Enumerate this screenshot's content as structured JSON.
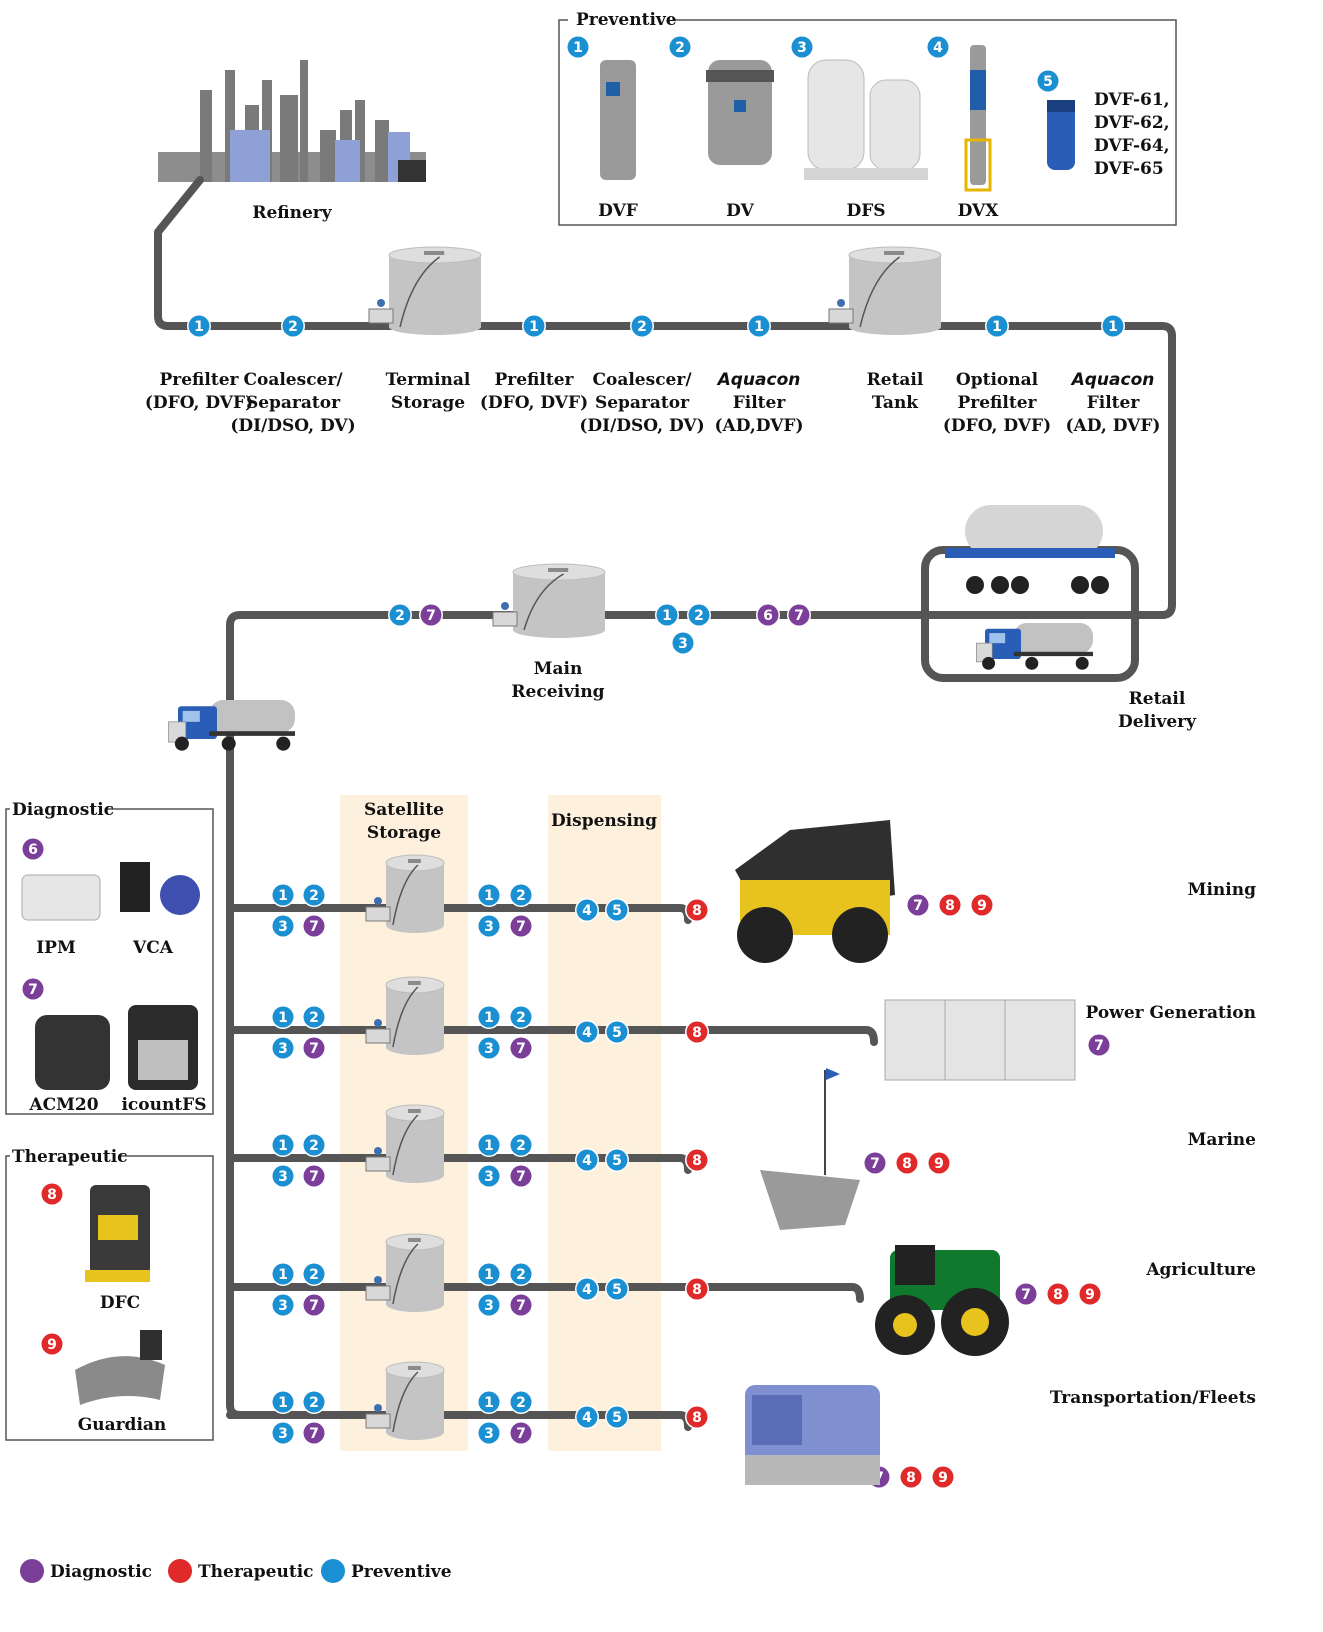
{
  "colors": {
    "preventive": "#1a8fd2",
    "diagnostic": "#7b3f99",
    "therapeutic": "#e02a2a",
    "pipe": "#555555",
    "zone_fill": "#fdf0dc"
  },
  "preventive_box": {
    "title": "Preventive",
    "products": [
      {
        "num": "1",
        "name": "DVF"
      },
      {
        "num": "2",
        "name": "DV"
      },
      {
        "num": "3",
        "name": "DFS"
      },
      {
        "num": "4",
        "name": "DVX"
      },
      {
        "num": "5",
        "name": "DVF-61,\nDVF-62,\nDVF-64,\nDVF-65"
      }
    ]
  },
  "refinery": {
    "label": "Refinery"
  },
  "top_line_stages": [
    {
      "badges": [
        "1"
      ],
      "label_html": "Prefilter\n(DFO, DVF)"
    },
    {
      "badges": [
        "2"
      ],
      "label_html": "Coalescer/\nSeparator\n(DI/DSO, DV)"
    },
    {
      "badges": [],
      "label_html": "Terminal\nStorage"
    },
    {
      "badges": [
        "1"
      ],
      "label_html": "Prefilter\n(DFO, DVF)"
    },
    {
      "badges": [
        "2"
      ],
      "label_html": "Coalescer/\nSeparator\n(DI/DSO, DV)"
    },
    {
      "badges": [
        "1"
      ],
      "label_brand": "Aquacon",
      "label_html": "Filter\n(AD,DVF)"
    },
    {
      "badges": [],
      "label_html": "Retail\nTank"
    },
    {
      "badges": [
        "1"
      ],
      "label_html": "Optional\nPrefilter\n(DFO, DVF)"
    },
    {
      "badges": [
        "1"
      ],
      "label_brand": "Aquacon",
      "label_html": "Filter\n(AD, DVF)"
    }
  ],
  "middle_line": {
    "main_receiving": "Main\nReceiving",
    "retail_delivery": "Retail\nDelivery"
  },
  "zones": {
    "satellite": "Satellite\nStorage",
    "dispensing": "Dispensing"
  },
  "end_uses": [
    {
      "name": "Mining",
      "badges": [
        "7",
        "8",
        "9"
      ]
    },
    {
      "name": "Power Generation",
      "badges": [
        "7"
      ]
    },
    {
      "name": "Marine",
      "badges": [
        "7",
        "8",
        "9"
      ]
    },
    {
      "name": "Agriculture",
      "badges": [
        "7",
        "8",
        "9"
      ]
    },
    {
      "name": "Transportation/Fleets",
      "badges": [
        "7",
        "8",
        "9"
      ]
    }
  ],
  "diagnostic_box": {
    "title": "Diagnostic",
    "groups": [
      {
        "num": "6",
        "items": [
          "IPM",
          "VCA"
        ]
      },
      {
        "num": "7",
        "items": [
          "ACM20",
          "icountFS"
        ]
      }
    ]
  },
  "therapeutic_box": {
    "title": "Therapeutic",
    "groups": [
      {
        "num": "8",
        "items": [
          "DFC"
        ]
      },
      {
        "num": "9",
        "items": [
          "Guardian"
        ]
      }
    ]
  },
  "legend": [
    {
      "type": "diagnostic",
      "label": "Diagnostic"
    },
    {
      "type": "therapeutic",
      "label": "Therapeutic"
    },
    {
      "type": "preventive",
      "label": "Preventive"
    }
  ]
}
